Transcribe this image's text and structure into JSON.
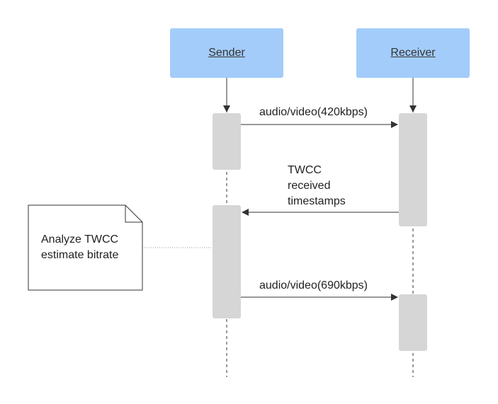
{
  "participants": [
    {
      "id": "sender",
      "label": "Sender"
    },
    {
      "id": "receiver",
      "label": "Receiver"
    }
  ],
  "messages": [
    {
      "from": "sender",
      "to": "receiver",
      "label": "audio/video(420kbps)"
    },
    {
      "from": "receiver",
      "to": "sender",
      "label_lines": [
        "TWCC",
        "received",
        "timestamps"
      ]
    },
    {
      "from": "sender",
      "to": "receiver",
      "label": "audio/video(690kbps)"
    }
  ],
  "note": {
    "lines": [
      "Analyze TWCC",
      "estimate bitrate"
    ]
  },
  "colors": {
    "participant_fill": "#a3ccfa",
    "activation_fill": "#d6d6d6",
    "line": "#333333",
    "note_border": "#333333"
  }
}
